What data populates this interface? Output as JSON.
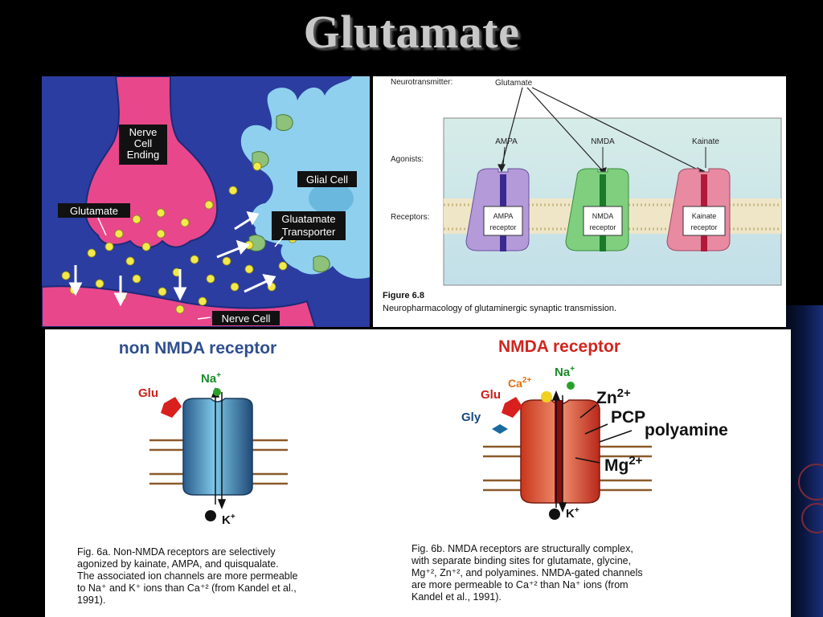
{
  "title": "Glutamate",
  "synapse_panel": {
    "labels": {
      "nerve_cell_ending": [
        "Nerve",
        "Cell",
        "Ending"
      ],
      "glial_cell": "Glial Cell",
      "glutamate": "Glutamate",
      "transporter": [
        "Gluatamate",
        "Transporter"
      ],
      "nerve_cell": "Nerve Cell"
    },
    "colors": {
      "background": "#2b3da0",
      "nerve_ending": "#e8478b",
      "glial": "#8fd0ee",
      "glutamate_dot": "#f2ea4a",
      "transporter": "#8ec27a"
    }
  },
  "receptor_panel": {
    "row_labels": {
      "neurotransmitter": "Neurotransmitter:",
      "agonists": "Agonists:",
      "receptors": "Receptors:"
    },
    "glutamate_label": "Glutamate",
    "agonists": [
      "AMPA",
      "NMDA",
      "Kainate"
    ],
    "receptors": [
      {
        "line1": "AMPA",
        "line2": "receptor",
        "color": "#b49ad8"
      },
      {
        "line1": "NMDA",
        "line2": "receptor",
        "color": "#7fcf7f"
      },
      {
        "line1": "Kainate",
        "line2": "receptor",
        "color": "#e88aa2"
      }
    ],
    "figure_label": "Figure 6.8",
    "figure_caption": "Neuropharmacology of glutaminergic synaptic transmission."
  },
  "nmda_panel": {
    "left": {
      "heading": "non NMDA receptor",
      "heading_color": "#2f4f8f",
      "glu": "Glu",
      "na": "Na",
      "na_sup": "+",
      "k": "K",
      "k_sup": "+",
      "caption": [
        "Fig. 6a. Non-NMDA receptors are selectively",
        "agonized by kainate, AMPA, and quisqualate.",
        "The associated ion channels are more permeable",
        "to Na⁺ and K⁺ ions than Ca⁺² (from Kandel et al.,",
        "1991)."
      ]
    },
    "right": {
      "heading": "NMDA receptor",
      "heading_color": "#d0261d",
      "glu": "Glu",
      "gly": "Gly",
      "ca": "Ca",
      "ca_sup": "2+",
      "na": "Na",
      "na_sup": "+",
      "zn": "Zn",
      "zn_sup": "2+",
      "pcp": "PCP",
      "polyamine": "polyamine",
      "mg": "Mg",
      "mg_sup": "2+",
      "k": "K",
      "k_sup": "+",
      "caption": [
        "Fig. 6b. NMDA receptors are structurally complex,",
        "with separate binding sites for glutamate, glycine,",
        "Mg⁺², Zn⁺², and polyamines.  NMDA-gated channels",
        "are more permeable to Ca⁺² than Na⁺ ions (from",
        "Kandel et al., 1991)."
      ]
    }
  }
}
